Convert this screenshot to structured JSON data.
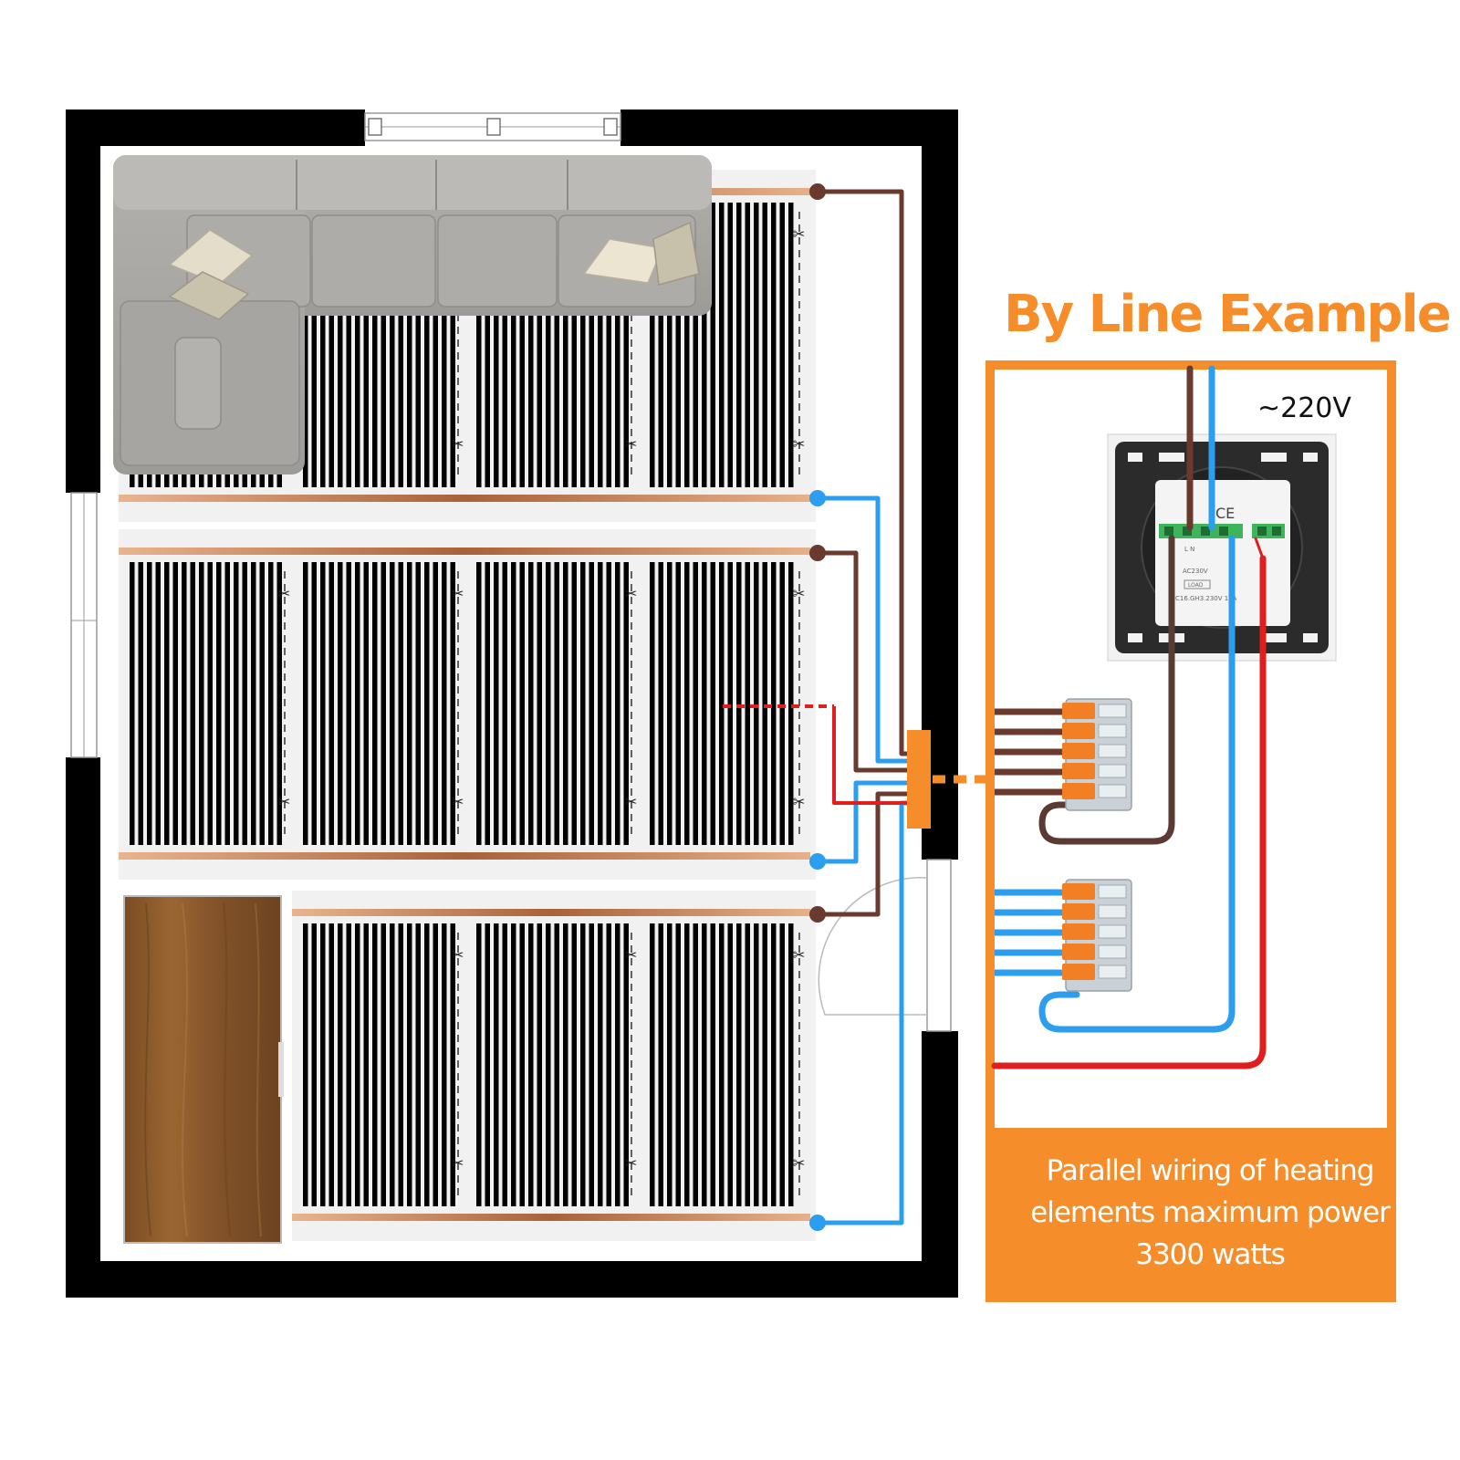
{
  "heading": "By Line Example",
  "supply_label": "~220V",
  "caption_lines": [
    "Parallel wiring of heating",
    "elements maximum power",
    "3300 watts"
  ],
  "thermostat_labels": {
    "terminal_marks": "L  N",
    "ce_mark": "CE",
    "input_label": "AC230V",
    "load_label": "LOAD",
    "model_label": "C16.GH3.230V 16A"
  },
  "colors": {
    "accent": "#f58e2a",
    "live_wire": "#6b3a2e",
    "neutral_wire": "#2c9ef0",
    "sensor_wire": "#e01e1e",
    "wall": "#000000",
    "film_stripe": "#000000",
    "copper_bus": "#c58357",
    "sofa": "#a9a7a3",
    "wood": "#8a5a2b"
  },
  "icons": [
    "scissors-icon",
    "sofa-icon",
    "wardrobe-icon",
    "thermostat-icon",
    "connector-block-icon",
    "window-icon",
    "door-swing-icon"
  ]
}
